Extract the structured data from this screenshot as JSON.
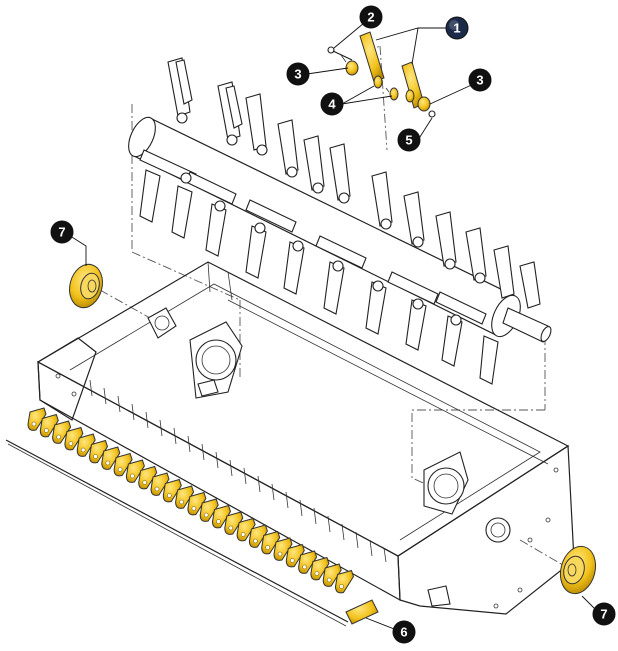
{
  "colors": {
    "callout_fill": "#111111",
    "callout_highlight_fill": "#1c2a4a",
    "part_highlight": "#f2c21b",
    "line": "#222222"
  },
  "callouts": [
    {
      "id": "callout-1",
      "label": "1",
      "highlight": true
    },
    {
      "id": "callout-2",
      "label": "2"
    },
    {
      "id": "callout-3a",
      "label": "3"
    },
    {
      "id": "callout-3b",
      "label": "3"
    },
    {
      "id": "callout-4",
      "label": "4"
    },
    {
      "id": "callout-5",
      "label": "5"
    },
    {
      "id": "callout-6",
      "label": "6"
    },
    {
      "id": "callout-7a",
      "label": "7"
    },
    {
      "id": "callout-7b",
      "label": "7"
    }
  ]
}
